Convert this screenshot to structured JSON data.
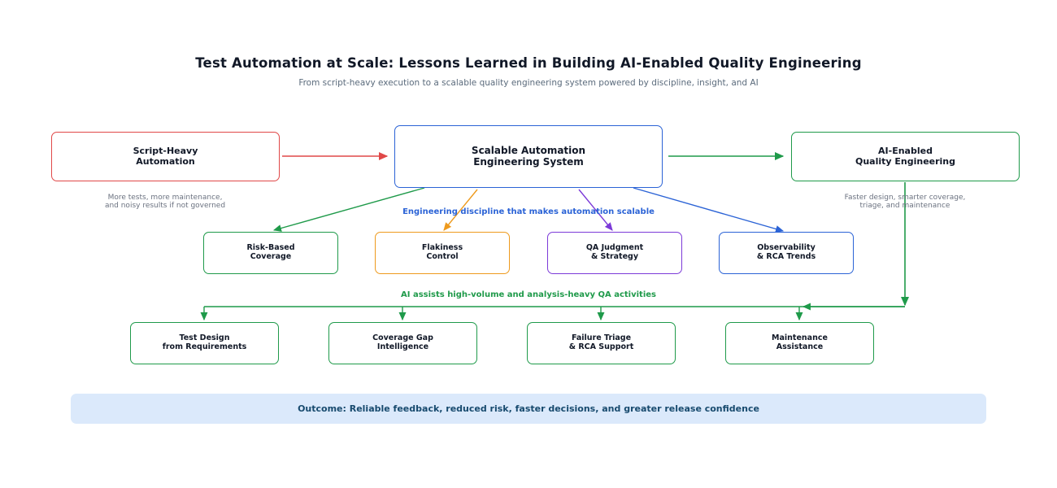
{
  "title": "Test Automation at Scale: Lessons Learned in Building AI-Enabled Quality Engineering",
  "subtitle": "From script-heavy execution to a scalable quality engineering system powered by discipline, insight, and AI",
  "flow": {
    "left": {
      "label": "Script-Heavy\nAutomation",
      "note": "More tests, more maintenance,\nand noisy results if not governed",
      "color": "#e04848"
    },
    "center": {
      "label": "Scalable Automation\nEngineering System",
      "color": "#2b63d6"
    },
    "right": {
      "label": "AI-Enabled\nQuality Engineering",
      "note": "Faster design, smarter coverage,\ntriage, and maintenance",
      "color": "#1f9a4a"
    }
  },
  "discipline": {
    "label": "Engineering discipline that makes automation scalable",
    "color": "#2b63d6",
    "items": [
      {
        "label": "Risk-Based\nCoverage",
        "color": "#1f9a4a"
      },
      {
        "label": "Flakiness\nControl",
        "color": "#ee9a1d"
      },
      {
        "label": "QA Judgment\n& Strategy",
        "color": "#7c3ad8"
      },
      {
        "label": "Observability\n& RCA Trends",
        "color": "#2b63d6"
      }
    ]
  },
  "ai_assist": {
    "label": "AI assists high-volume and analysis-heavy QA activities",
    "color": "#1f9a4a",
    "items": [
      {
        "label": "Test Design\nfrom Requirements"
      },
      {
        "label": "Coverage Gap\nIntelligence"
      },
      {
        "label": "Failure Triage\n& RCA Support"
      },
      {
        "label": "Maintenance\nAssistance"
      }
    ]
  },
  "outcome": "Outcome: Reliable feedback, reduced risk, faster decisions, and greater release confidence"
}
